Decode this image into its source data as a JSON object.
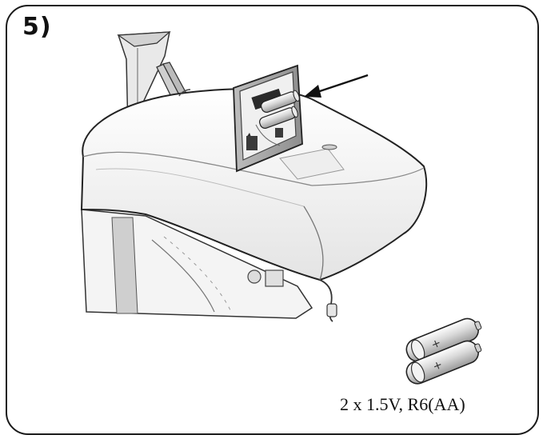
{
  "step": {
    "label": "5)"
  },
  "battery": {
    "caption": "2 x 1.5V, R6(AA)",
    "count": 2
  },
  "icons": [
    "exercise-bike-console-illustration",
    "battery-holder-icon",
    "aa-battery-icon",
    "pointer-arrow-icon"
  ]
}
